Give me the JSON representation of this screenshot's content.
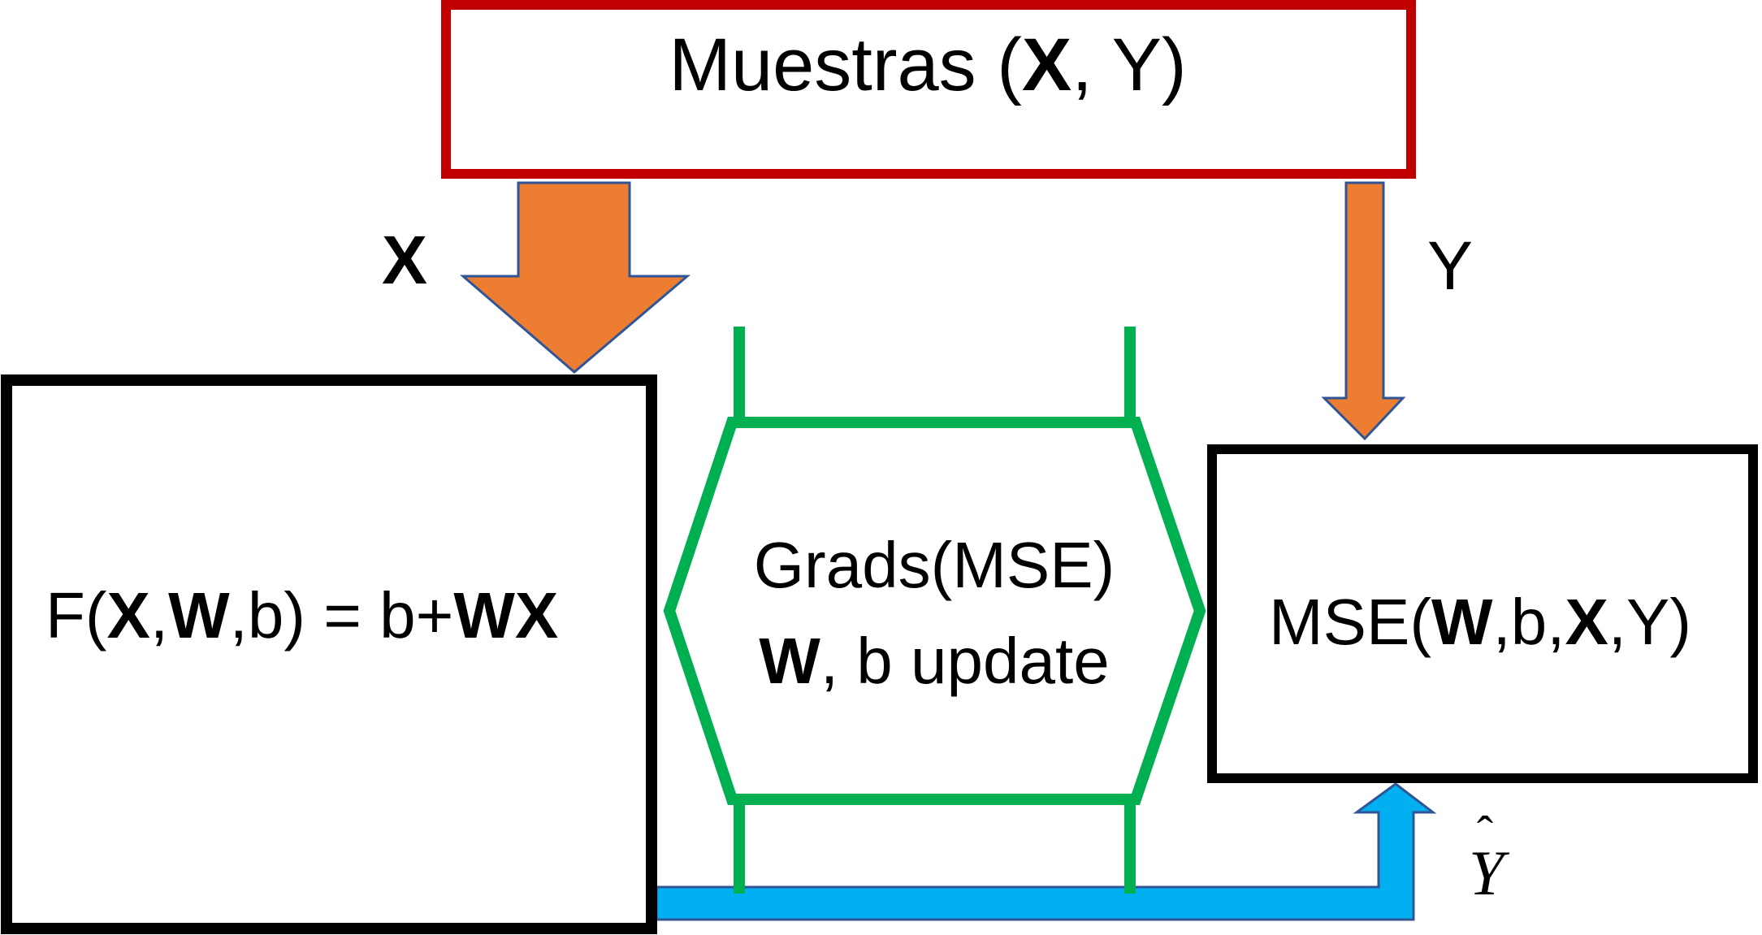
{
  "colors": {
    "samples_border": "#c00000",
    "box_border": "#000000",
    "arrow_orange": "#ed7d31",
    "arrow_outline": "#2f5597",
    "arrow_blue": "#00b0f0",
    "grad_green": "#00b050"
  },
  "samples_box": {
    "text_prefix": "Muestras (",
    "text_bold_x": "X",
    "text_suffix": ", Y)"
  },
  "arrow_labels": {
    "x": "X",
    "y": "Y",
    "yhat": "Y"
  },
  "model_box": {
    "f_open": "F(",
    "x": "X",
    "sep1": ",",
    "w": "W",
    "rest": ",b) = b+",
    "wx": "WX"
  },
  "grads_block": {
    "line1": "Grads(MSE)",
    "w": "W",
    "line2_rest": ", b update"
  },
  "mse_box": {
    "open": "MSE(",
    "w": "W",
    "mid": ",b,",
    "x": "X",
    "close": ",Y)"
  }
}
